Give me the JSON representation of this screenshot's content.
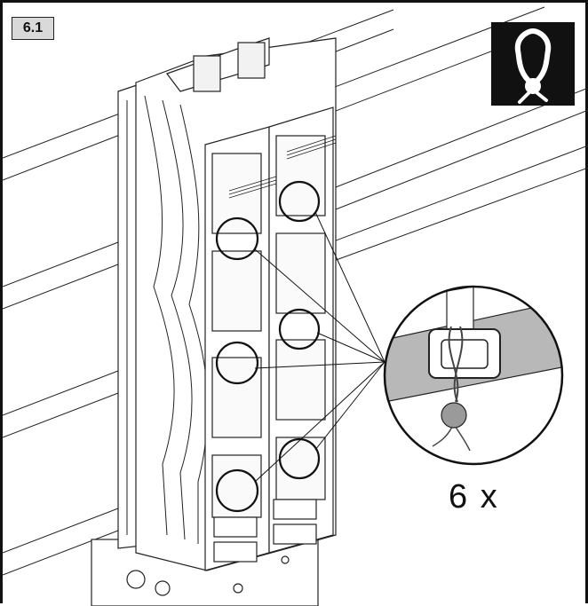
{
  "step": {
    "label": "6.1"
  },
  "icon": {
    "name": "lead-seal-icon",
    "background": "#111111",
    "foreground": "#ffffff"
  },
  "callout": {
    "count_label": "6 x"
  },
  "figure": {
    "type": "technical-illustration",
    "callout_circles": 6
  }
}
